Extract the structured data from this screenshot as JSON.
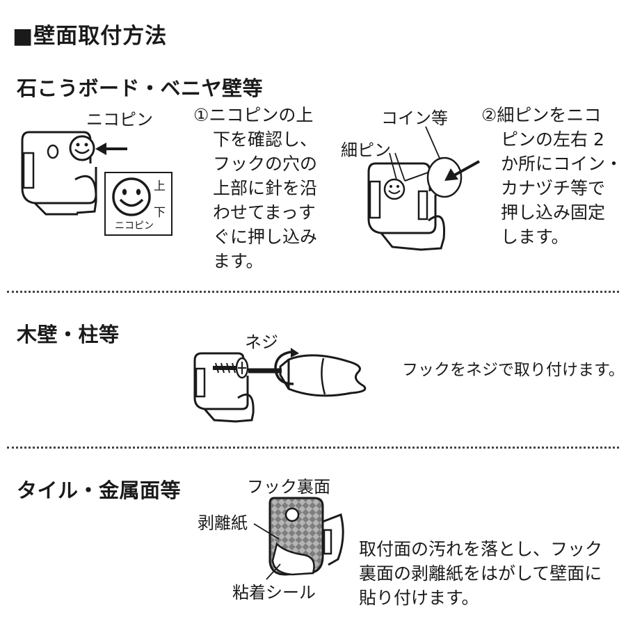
{
  "title": "■壁面取付方法",
  "section1": {
    "heading": "石こうボード・ベニヤ壁等",
    "label_nikopin": "ニコピン",
    "pin_mark_up": "上",
    "pin_mark_down": "下",
    "pin_mark_label": "ニコピン",
    "step1_lines": [
      "①ニコピンの上",
      "下を確認し、",
      "フックの穴の",
      "上部に針を沿",
      "わせてまっす",
      "ぐに押し込み",
      "ます。"
    ],
    "label_coin": "コイン等",
    "label_fine_pin": "細ピン",
    "step2_lines": [
      "②細ピンをニコ",
      "ピンの左右 2",
      "か所にコイン・",
      "カナヅチ等で",
      "押し込み固定",
      "します。"
    ]
  },
  "section2": {
    "heading": "木壁・柱等",
    "label_screw": "ネジ",
    "instruction": "フックをネジで取り付けます。"
  },
  "section3": {
    "heading": "タイル・金属面等",
    "label_back": "フック裏面",
    "label_release": "剥離紙",
    "label_adhesive": "粘着シール",
    "instruction_lines": [
      "取付面の汚れを落とし、フック",
      "裏面の剥離紙をはがして壁面に",
      "貼り付けます。"
    ]
  },
  "icons": {
    "hook": "wall-hook-illustration",
    "smiley": "nikopin-smiley-icon",
    "arrow": "push-arrow-icon",
    "screwdriver": "screwdriver-icon",
    "rotation": "rotation-arrow-icon",
    "coin": "coin-icon"
  },
  "colors": {
    "ink": "#1a1a1a",
    "adhesive_gray": "#9a9a9a",
    "paper": "#ffffff"
  }
}
